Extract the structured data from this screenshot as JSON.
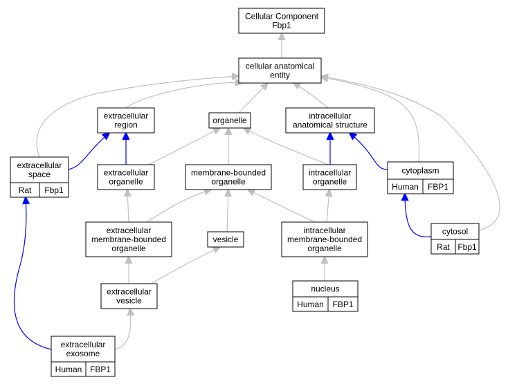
{
  "colors": {
    "is_a_edge": "#c0c0c0",
    "part_of_edge": "#0000ff",
    "human": "#f4614a",
    "rat": "#ffd700",
    "node_border": "#000000",
    "node_fill": "#ffffff"
  },
  "nodes": [
    {
      "id": "root",
      "lines": [
        "Cellular Component",
        "Fbp1"
      ]
    },
    {
      "id": "cae",
      "lines": [
        "cellular anatomical",
        "entity"
      ]
    },
    {
      "id": "er",
      "lines": [
        "extracellular",
        "region"
      ]
    },
    {
      "id": "org",
      "lines": [
        "organelle"
      ]
    },
    {
      "id": "ias",
      "lines": [
        "intracellular",
        "anatomical structure"
      ]
    },
    {
      "id": "es",
      "lines": [
        "extracellular",
        "space"
      ],
      "annotation": {
        "species": "Rat",
        "gene": "Fbp1"
      }
    },
    {
      "id": "eo",
      "lines": [
        "extracellular",
        "organelle"
      ]
    },
    {
      "id": "mbo",
      "lines": [
        "membrane-bounded",
        "organelle"
      ]
    },
    {
      "id": "io",
      "lines": [
        "intracellular",
        "organelle"
      ]
    },
    {
      "id": "cyto",
      "lines": [
        "cytoplasm"
      ],
      "annotation": {
        "species": "Human",
        "gene": "FBP1"
      }
    },
    {
      "id": "embo",
      "lines": [
        "extracellular",
        "membrane-bounded",
        "organelle"
      ]
    },
    {
      "id": "ves",
      "lines": [
        "vesicle"
      ]
    },
    {
      "id": "imbo",
      "lines": [
        "intracellular",
        "membrane-bounded",
        "organelle"
      ]
    },
    {
      "id": "cytosol",
      "lines": [
        "cytosol"
      ],
      "annotation": {
        "species": "Rat",
        "gene": "Fbp1"
      }
    },
    {
      "id": "ev",
      "lines": [
        "extracellular",
        "vesicle"
      ]
    },
    {
      "id": "nuc",
      "lines": [
        "nucleus"
      ],
      "annotation": {
        "species": "Human",
        "gene": "FBP1"
      }
    },
    {
      "id": "exo",
      "lines": [
        "extracellular",
        "exosome"
      ],
      "annotation": {
        "species": "Human",
        "gene": "FBP1"
      }
    }
  ],
  "edges": [
    {
      "from": "cae",
      "to": "root",
      "relation": "is_a"
    },
    {
      "from": "er",
      "to": "cae",
      "relation": "is_a"
    },
    {
      "from": "org",
      "to": "cae",
      "relation": "is_a"
    },
    {
      "from": "ias",
      "to": "cae",
      "relation": "is_a"
    },
    {
      "from": "es",
      "to": "cae",
      "relation": "is_a"
    },
    {
      "from": "cyto",
      "to": "cae",
      "relation": "is_a"
    },
    {
      "from": "cytosol",
      "to": "cae",
      "relation": "is_a"
    },
    {
      "from": "es",
      "to": "er",
      "relation": "part_of"
    },
    {
      "from": "eo",
      "to": "er",
      "relation": "part_of"
    },
    {
      "from": "eo",
      "to": "org",
      "relation": "is_a"
    },
    {
      "from": "mbo",
      "to": "org",
      "relation": "is_a"
    },
    {
      "from": "io",
      "to": "org",
      "relation": "is_a"
    },
    {
      "from": "io",
      "to": "ias",
      "relation": "part_of"
    },
    {
      "from": "cyto",
      "to": "ias",
      "relation": "part_of"
    },
    {
      "from": "embo",
      "to": "eo",
      "relation": "is_a"
    },
    {
      "from": "embo",
      "to": "mbo",
      "relation": "is_a"
    },
    {
      "from": "ves",
      "to": "mbo",
      "relation": "is_a"
    },
    {
      "from": "imbo",
      "to": "mbo",
      "relation": "is_a"
    },
    {
      "from": "imbo",
      "to": "io",
      "relation": "is_a"
    },
    {
      "from": "cytosol",
      "to": "cyto",
      "relation": "part_of"
    },
    {
      "from": "ev",
      "to": "embo",
      "relation": "is_a"
    },
    {
      "from": "ev",
      "to": "ves",
      "relation": "is_a"
    },
    {
      "from": "nuc",
      "to": "imbo",
      "relation": "is_a"
    },
    {
      "from": "exo",
      "to": "ev",
      "relation": "is_a"
    },
    {
      "from": "exo",
      "to": "es",
      "relation": "part_of"
    }
  ]
}
